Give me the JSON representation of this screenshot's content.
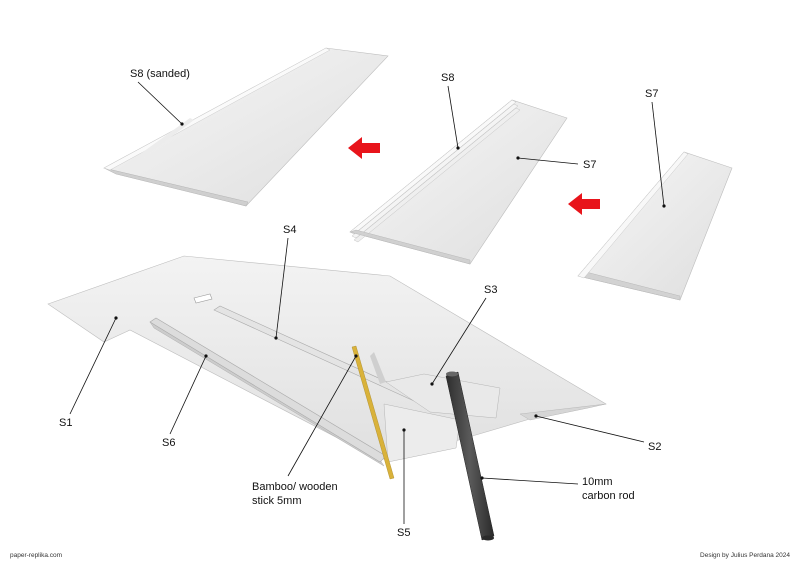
{
  "labels": {
    "s8_sanded": "S8 (sanded)",
    "s8": "S8",
    "s7_mid": "S7",
    "s7_right": "S7",
    "s4": "S4",
    "s3": "S3",
    "s1": "S1",
    "s6": "S6",
    "s2": "S2",
    "s5": "S5",
    "bamboo_line1": "Bamboo/ wooden",
    "bamboo_line2": "stick 5mm",
    "carbon_line1": "10mm",
    "carbon_line2": "carbon rod"
  },
  "footer": {
    "left": "paper-replika.com",
    "right": "Design by Julius Perdana 2024"
  },
  "colors": {
    "arrow": "#e8141b",
    "paper_light": "#f1f1f1",
    "paper_mid": "#e2e2e2",
    "paper_dark": "#c9c9c9",
    "bamboo": "#d9b23a",
    "carbon": "#3f3f3f"
  }
}
